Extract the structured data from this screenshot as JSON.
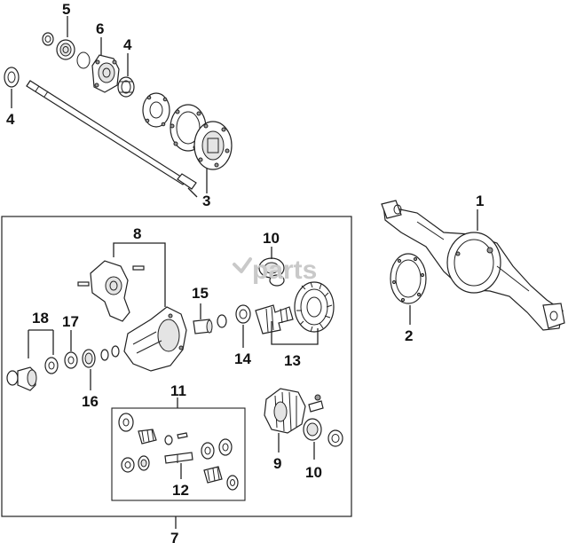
{
  "watermark": {
    "text": "parts",
    "logo_icon": "wrench-check-icon"
  },
  "callouts": {
    "c1": "1",
    "c2": "2",
    "c3": "3",
    "c4a": "4",
    "c4b": "4",
    "c5": "5",
    "c6": "6",
    "c7": "7",
    "c8": "8",
    "c9": "9",
    "c10a": "10",
    "c10b": "10",
    "c11": "11",
    "c12": "12",
    "c13": "13",
    "c14": "14",
    "c15": "15",
    "c16": "16",
    "c17": "17",
    "c18": "18"
  },
  "colors": {
    "line": "#222222",
    "watermark": "#c9c9c9",
    "background": "#ffffff"
  }
}
